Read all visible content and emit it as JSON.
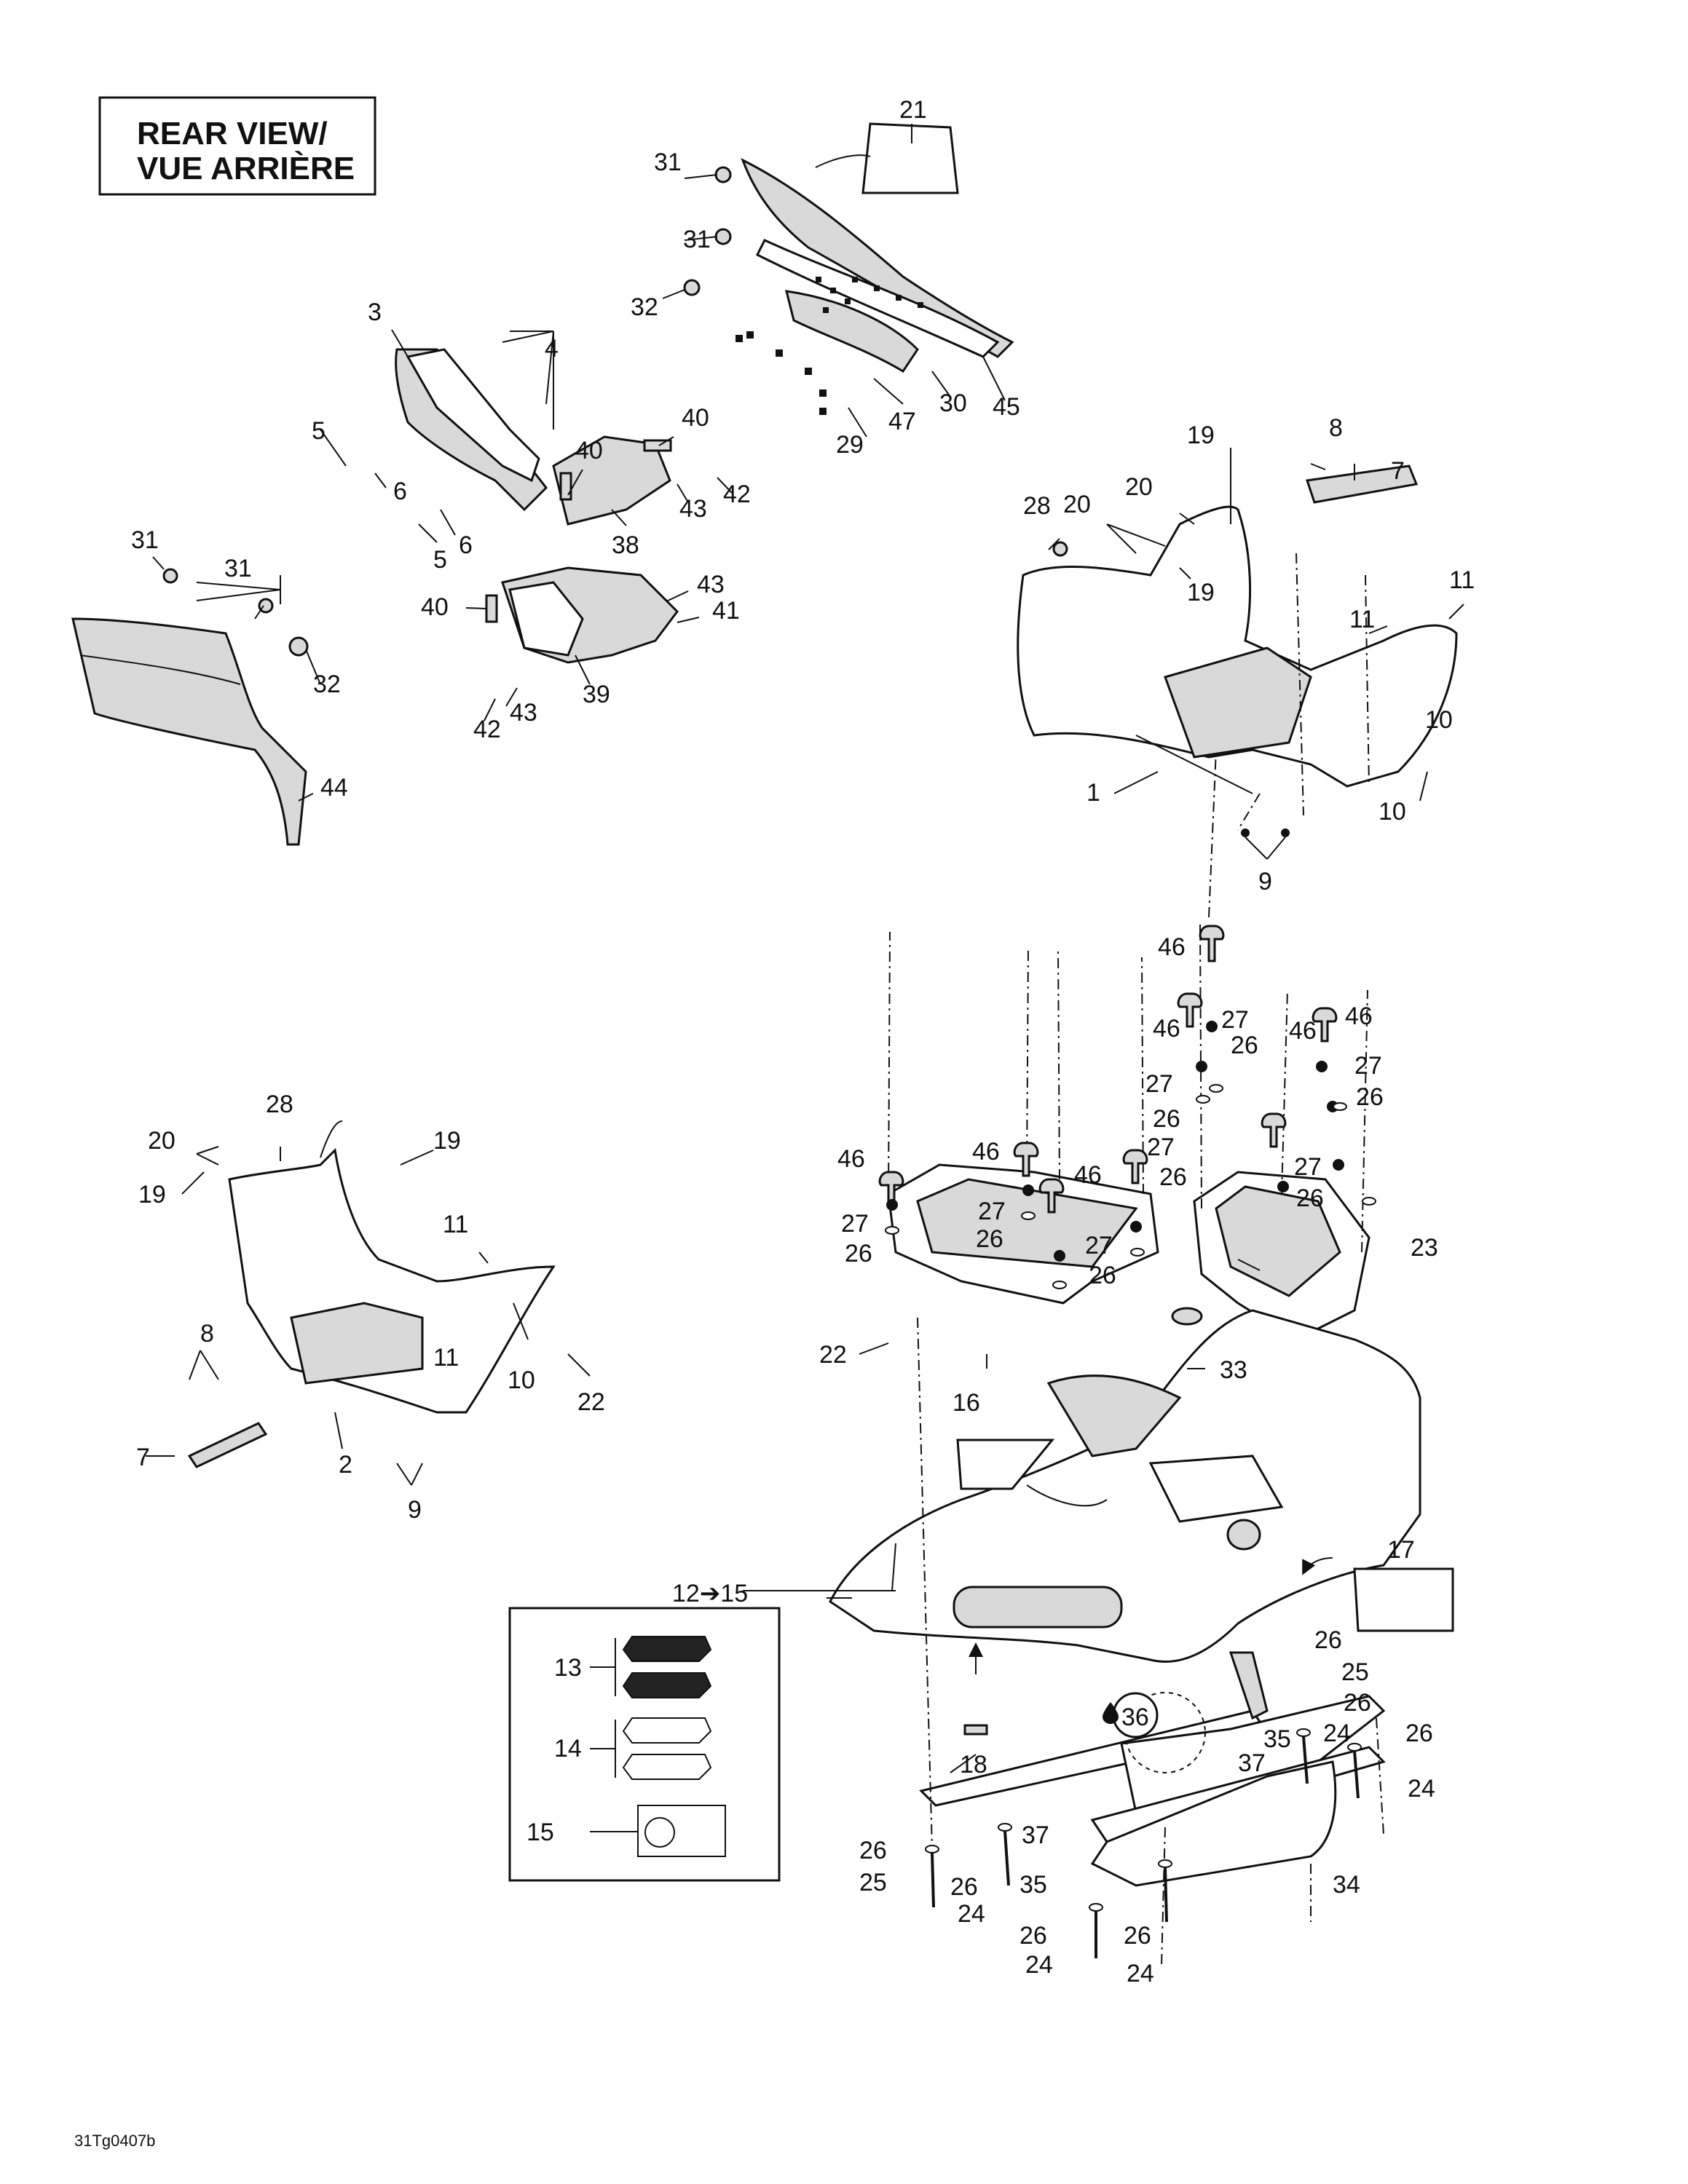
{
  "title": {
    "line1": "REAR VIEW/",
    "line2": "VUE ARRIÈRE"
  },
  "figure_code": "31Tg0407b",
  "callouts": [
    {
      "id": "c21",
      "text": "21"
    },
    {
      "id": "c31a",
      "text": "31"
    },
    {
      "id": "c31b",
      "text": "31"
    },
    {
      "id": "c32a",
      "text": "32"
    },
    {
      "id": "c47",
      "text": "47"
    },
    {
      "id": "c30",
      "text": "30"
    },
    {
      "id": "c45",
      "text": "45"
    },
    {
      "id": "c29",
      "text": "29"
    },
    {
      "id": "c3",
      "text": "3"
    },
    {
      "id": "c4",
      "text": "4"
    },
    {
      "id": "c5a",
      "text": "5"
    },
    {
      "id": "c6a",
      "text": "6"
    },
    {
      "id": "c5b",
      "text": "5"
    },
    {
      "id": "c6b",
      "text": "6"
    },
    {
      "id": "c40a",
      "text": "40"
    },
    {
      "id": "c40b",
      "text": "40"
    },
    {
      "id": "c42a",
      "text": "42"
    },
    {
      "id": "c43a",
      "text": "43"
    },
    {
      "id": "c38",
      "text": "38"
    },
    {
      "id": "c40c",
      "text": "40"
    },
    {
      "id": "c43b",
      "text": "43"
    },
    {
      "id": "c41",
      "text": "41"
    },
    {
      "id": "c42b",
      "text": "42"
    },
    {
      "id": "c43c",
      "text": "43"
    },
    {
      "id": "c39",
      "text": "39"
    },
    {
      "id": "c31c",
      "text": "31"
    },
    {
      "id": "c31d",
      "text": "31"
    },
    {
      "id": "c32b",
      "text": "32"
    },
    {
      "id": "c44",
      "text": "44"
    },
    {
      "id": "c19a",
      "text": "19"
    },
    {
      "id": "c8a",
      "text": "8"
    },
    {
      "id": "c7a",
      "text": "7"
    },
    {
      "id": "c28a",
      "text": "28"
    },
    {
      "id": "c20a",
      "text": "20"
    },
    {
      "id": "c20b",
      "text": "20"
    },
    {
      "id": "c19b",
      "text": "19"
    },
    {
      "id": "c11a",
      "text": "11"
    },
    {
      "id": "c11b",
      "text": "11"
    },
    {
      "id": "c10a",
      "text": "10"
    },
    {
      "id": "c1",
      "text": "1"
    },
    {
      "id": "c10b",
      "text": "10"
    },
    {
      "id": "c9a",
      "text": "9"
    },
    {
      "id": "c28b",
      "text": "28"
    },
    {
      "id": "c20c",
      "text": "20"
    },
    {
      "id": "c19c",
      "text": "19"
    },
    {
      "id": "c19d",
      "text": "19"
    },
    {
      "id": "c11c",
      "text": "11"
    },
    {
      "id": "c8b",
      "text": "8"
    },
    {
      "id": "c11d",
      "text": "11"
    },
    {
      "id": "c10c",
      "text": "10"
    },
    {
      "id": "c22a",
      "text": "22"
    },
    {
      "id": "c7b",
      "text": "7"
    },
    {
      "id": "c2",
      "text": "2"
    },
    {
      "id": "c9b",
      "text": "9"
    },
    {
      "id": "c46a",
      "text": "46"
    },
    {
      "id": "c46b",
      "text": "46"
    },
    {
      "id": "c27a",
      "text": "27"
    },
    {
      "id": "c26a",
      "text": "26"
    },
    {
      "id": "c46c",
      "text": "46"
    },
    {
      "id": "c46d",
      "text": "46"
    },
    {
      "id": "c27b",
      "text": "27"
    },
    {
      "id": "c26b",
      "text": "26"
    },
    {
      "id": "c27c",
      "text": "27"
    },
    {
      "id": "c26c",
      "text": "26"
    },
    {
      "id": "c27d",
      "text": "27"
    },
    {
      "id": "c26d",
      "text": "26"
    },
    {
      "id": "c46e",
      "text": "46"
    },
    {
      "id": "c46f",
      "text": "46"
    },
    {
      "id": "c27e",
      "text": "27"
    },
    {
      "id": "c26e",
      "text": "26"
    },
    {
      "id": "c27f",
      "text": "27"
    },
    {
      "id": "c26f",
      "text": "26"
    },
    {
      "id": "c46g",
      "text": "46"
    },
    {
      "id": "c27g",
      "text": "27"
    },
    {
      "id": "c26g",
      "text": "26"
    },
    {
      "id": "c27h",
      "text": "27"
    },
    {
      "id": "c26h",
      "text": "26"
    },
    {
      "id": "c23",
      "text": "23"
    },
    {
      "id": "c22b",
      "text": "22"
    },
    {
      "id": "c33",
      "text": "33"
    },
    {
      "id": "c16",
      "text": "16"
    },
    {
      "id": "c12",
      "text": "12➔15"
    },
    {
      "id": "c17",
      "text": "17"
    },
    {
      "id": "c13",
      "text": "13"
    },
    {
      "id": "c14",
      "text": "14"
    },
    {
      "id": "c15",
      "text": "15"
    },
    {
      "id": "c18",
      "text": "18"
    },
    {
      "id": "c36",
      "text": "36"
    },
    {
      "id": "c26i",
      "text": "26"
    },
    {
      "id": "c25a",
      "text": "25"
    },
    {
      "id": "c26j",
      "text": "26"
    },
    {
      "id": "c24a",
      "text": "24"
    },
    {
      "id": "c35a",
      "text": "35"
    },
    {
      "id": "c37a",
      "text": "37"
    },
    {
      "id": "c26k",
      "text": "26"
    },
    {
      "id": "c24b",
      "text": "24"
    },
    {
      "id": "c26l",
      "text": "26"
    },
    {
      "id": "c25b",
      "text": "25"
    },
    {
      "id": "c37b",
      "text": "37"
    },
    {
      "id": "c26m",
      "text": "26"
    },
    {
      "id": "c35b",
      "text": "35"
    },
    {
      "id": "c24c",
      "text": "24"
    },
    {
      "id": "c26n",
      "text": "26"
    },
    {
      "id": "c24d",
      "text": "24"
    },
    {
      "id": "c26o",
      "text": "26"
    },
    {
      "id": "c24e",
      "text": "24"
    },
    {
      "id": "c34",
      "text": "34"
    }
  ]
}
